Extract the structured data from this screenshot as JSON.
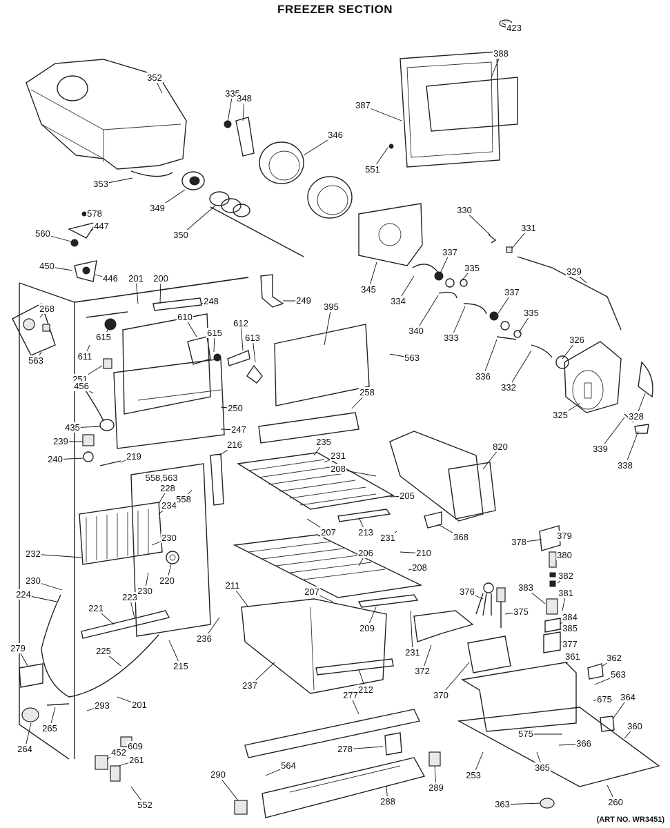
{
  "title": "FREEZER SECTION",
  "art_number": "(ART NO. WR3451)",
  "callouts": [
    {
      "id": "c423",
      "text": "423"
    },
    {
      "id": "c388",
      "text": "388"
    },
    {
      "id": "c352",
      "text": "352"
    },
    {
      "id": "c335a",
      "text": "335"
    },
    {
      "id": "c348",
      "text": "348"
    },
    {
      "id": "c387",
      "text": "387"
    },
    {
      "id": "c346",
      "text": "346"
    },
    {
      "id": "c551",
      "text": "551"
    },
    {
      "id": "c353",
      "text": "353"
    },
    {
      "id": "c349",
      "text": "349"
    },
    {
      "id": "c350",
      "text": "350"
    },
    {
      "id": "c578",
      "text": "578"
    },
    {
      "id": "c447",
      "text": "447"
    },
    {
      "id": "c560",
      "text": "560"
    },
    {
      "id": "c330",
      "text": "330"
    },
    {
      "id": "c331",
      "text": "331"
    },
    {
      "id": "c337a",
      "text": "337"
    },
    {
      "id": "c345",
      "text": "345"
    },
    {
      "id": "c329",
      "text": "329"
    },
    {
      "id": "c450",
      "text": "450"
    },
    {
      "id": "c446",
      "text": "446"
    },
    {
      "id": "c335b",
      "text": "335"
    },
    {
      "id": "c201a",
      "text": "201"
    },
    {
      "id": "c200",
      "text": "200"
    },
    {
      "id": "c249",
      "text": "249"
    },
    {
      "id": "c334",
      "text": "334"
    },
    {
      "id": "c337b",
      "text": "337"
    },
    {
      "id": "c248",
      "text": "248"
    },
    {
      "id": "c395",
      "text": "395"
    },
    {
      "id": "c268",
      "text": "268"
    },
    {
      "id": "c610",
      "text": "610"
    },
    {
      "id": "c612",
      "text": "612"
    },
    {
      "id": "c340",
      "text": "340"
    },
    {
      "id": "c333",
      "text": "333"
    },
    {
      "id": "c335c",
      "text": "335"
    },
    {
      "id": "c615a",
      "text": "615"
    },
    {
      "id": "c615b",
      "text": "615"
    },
    {
      "id": "c613",
      "text": "613"
    },
    {
      "id": "c326",
      "text": "326"
    },
    {
      "id": "c611",
      "text": "611"
    },
    {
      "id": "c563a",
      "text": "563"
    },
    {
      "id": "c563b",
      "text": "563"
    },
    {
      "id": "c336",
      "text": "336"
    },
    {
      "id": "c251",
      "text": "251"
    },
    {
      "id": "c332",
      "text": "332"
    },
    {
      "id": "c456",
      "text": "456"
    },
    {
      "id": "c250",
      "text": "250"
    },
    {
      "id": "c258",
      "text": "258"
    },
    {
      "id": "c328",
      "text": "328"
    },
    {
      "id": "c325",
      "text": "325"
    },
    {
      "id": "c435",
      "text": "435"
    },
    {
      "id": "c247",
      "text": "247"
    },
    {
      "id": "c216",
      "text": "216"
    },
    {
      "id": "c239",
      "text": "239"
    },
    {
      "id": "c235",
      "text": "235"
    },
    {
      "id": "c820",
      "text": "820"
    },
    {
      "id": "c339",
      "text": "339"
    },
    {
      "id": "c240",
      "text": "240"
    },
    {
      "id": "c219",
      "text": "219"
    },
    {
      "id": "c231a",
      "text": "231"
    },
    {
      "id": "c338",
      "text": "338"
    },
    {
      "id": "c208a",
      "text": "208"
    },
    {
      "id": "c558_563",
      "text": "558,563"
    },
    {
      "id": "c228",
      "text": "228"
    },
    {
      "id": "c558",
      "text": "558"
    },
    {
      "id": "c205",
      "text": "205"
    },
    {
      "id": "c234",
      "text": "234"
    },
    {
      "id": "c207a",
      "text": "207"
    },
    {
      "id": "c213",
      "text": "213"
    },
    {
      "id": "c231b",
      "text": "231"
    },
    {
      "id": "c368",
      "text": "368"
    },
    {
      "id": "c230a",
      "text": "230"
    },
    {
      "id": "c378",
      "text": "378"
    },
    {
      "id": "c379",
      "text": "379"
    },
    {
      "id": "c232",
      "text": "232"
    },
    {
      "id": "c210",
      "text": "210"
    },
    {
      "id": "c380",
      "text": "380"
    },
    {
      "id": "c206",
      "text": "206"
    },
    {
      "id": "c220",
      "text": "220"
    },
    {
      "id": "c208b",
      "text": "208"
    },
    {
      "id": "c382",
      "text": "382"
    },
    {
      "id": "c230b",
      "text": "230"
    },
    {
      "id": "c230c",
      "text": "230"
    },
    {
      "id": "c211",
      "text": "211"
    },
    {
      "id": "c207b",
      "text": "207"
    },
    {
      "id": "c376",
      "text": "376"
    },
    {
      "id": "c383",
      "text": "383"
    },
    {
      "id": "c381",
      "text": "381"
    },
    {
      "id": "c224",
      "text": "224"
    },
    {
      "id": "c223",
      "text": "223"
    },
    {
      "id": "c375",
      "text": "375"
    },
    {
      "id": "c221",
      "text": "221"
    },
    {
      "id": "c384",
      "text": "384"
    },
    {
      "id": "c385",
      "text": "385"
    },
    {
      "id": "c209",
      "text": "209"
    },
    {
      "id": "c236",
      "text": "236"
    },
    {
      "id": "c377",
      "text": "377"
    },
    {
      "id": "c279",
      "text": "279"
    },
    {
      "id": "c225",
      "text": "225"
    },
    {
      "id": "c215",
      "text": "215"
    },
    {
      "id": "c231c",
      "text": "231"
    },
    {
      "id": "c372",
      "text": "372"
    },
    {
      "id": "c361",
      "text": "361"
    },
    {
      "id": "c362",
      "text": "362"
    },
    {
      "id": "c237",
      "text": "237"
    },
    {
      "id": "c563c",
      "text": "563"
    },
    {
      "id": "c212",
      "text": "212"
    },
    {
      "id": "c370",
      "text": "370"
    },
    {
      "id": "c201b",
      "text": "201"
    },
    {
      "id": "c277",
      "text": "277"
    },
    {
      "id": "c675",
      "text": "675"
    },
    {
      "id": "c364",
      "text": "364"
    },
    {
      "id": "c293",
      "text": "293"
    },
    {
      "id": "c265",
      "text": "265"
    },
    {
      "id": "c360",
      "text": "360"
    },
    {
      "id": "c575",
      "text": "575"
    },
    {
      "id": "c609",
      "text": "609"
    },
    {
      "id": "c278",
      "text": "278"
    },
    {
      "id": "c366",
      "text": "366"
    },
    {
      "id": "c264",
      "text": "264"
    },
    {
      "id": "c452",
      "text": "452"
    },
    {
      "id": "c261",
      "text": "261"
    },
    {
      "id": "c564",
      "text": "564"
    },
    {
      "id": "c253",
      "text": "253"
    },
    {
      "id": "c365",
      "text": "365"
    },
    {
      "id": "c290",
      "text": "290"
    },
    {
      "id": "c289",
      "text": "289"
    },
    {
      "id": "c288",
      "text": "288"
    },
    {
      "id": "c260",
      "text": "260"
    },
    {
      "id": "c552",
      "text": "552"
    },
    {
      "id": "c363",
      "text": "363"
    }
  ]
}
